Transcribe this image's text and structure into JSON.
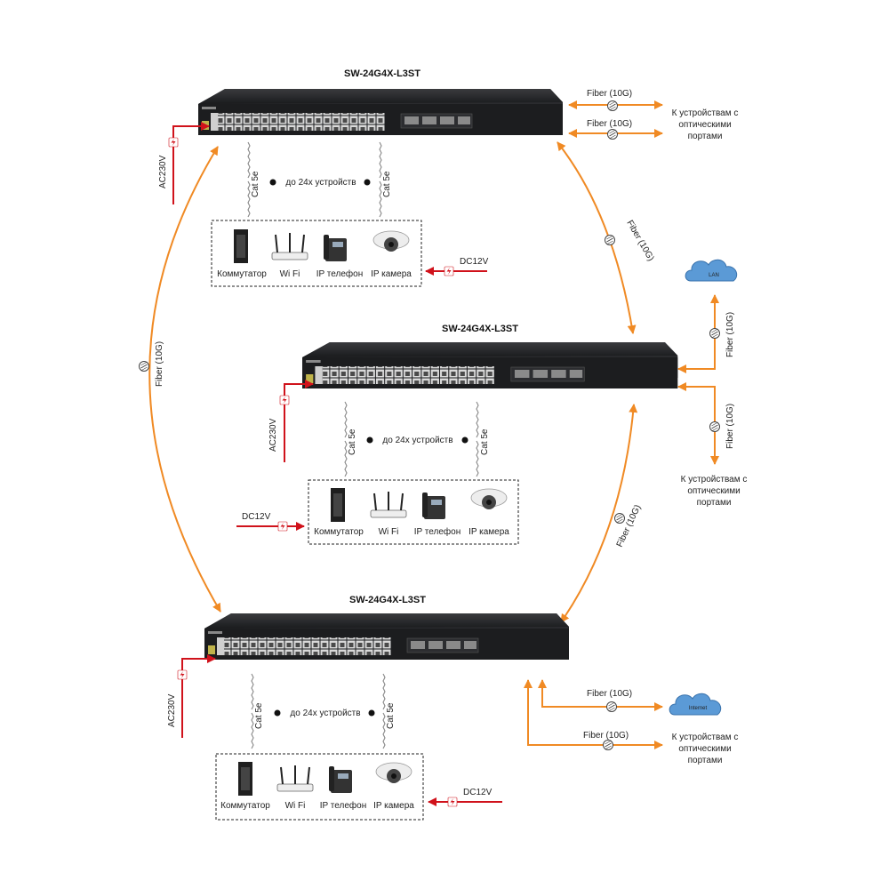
{
  "switch_model": "SW-24G4X-L3ST",
  "labels": {
    "fiber": "Fiber (10G)",
    "cat": "Cat 5e",
    "devices_count": "до 24х устройств",
    "ac": "AC230V",
    "dc": "DC12V",
    "optical_line1": "К устройствам с",
    "optical_line2": "оптическими",
    "optical_line3": "портами",
    "lan": "LAN",
    "internet": "Internet"
  },
  "devices": [
    "Коммутатор",
    "Wi Fi",
    "IP телефон",
    "IP камера"
  ],
  "colors": {
    "fiber": "#f08a24",
    "power": "#d0121b",
    "switch_body": "#1c1d1f",
    "cloud": "#5b9ad6"
  },
  "icons": [
    "lightning-icon",
    "fiber-coupler-icon",
    "cloud-icon",
    "industrial-switch-icon",
    "wifi-router-icon",
    "ip-phone-icon",
    "ip-camera-icon"
  ]
}
